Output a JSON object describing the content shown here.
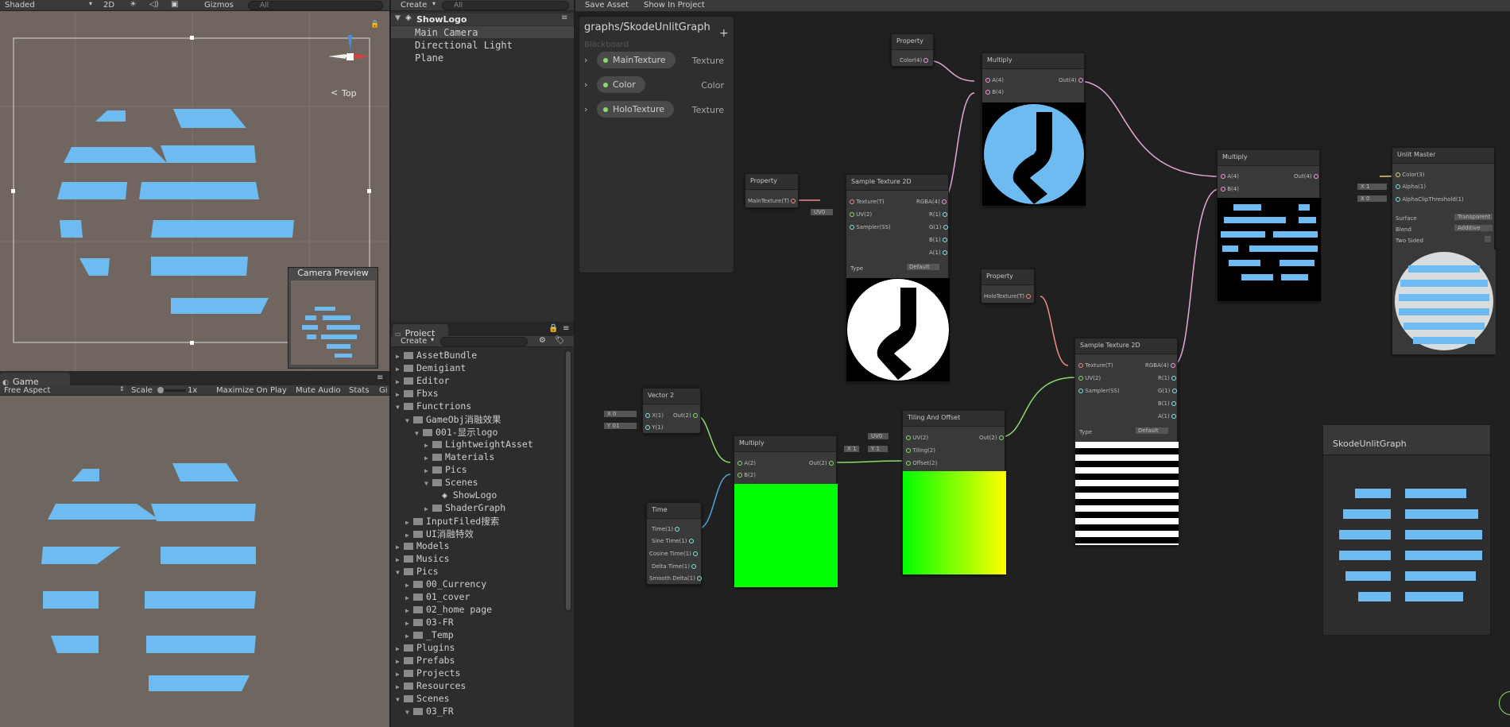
{
  "scene_toolbar": {
    "shading": "Shaded",
    "mode_2d": "2D",
    "gizmos": "Gizmos",
    "search_placeholder": "All"
  },
  "scene": {
    "gizmo_label": "Top",
    "camera_preview_title": "Camera Preview"
  },
  "game": {
    "tab": "Game",
    "aspect": "Free Aspect",
    "scale_label": "Scale",
    "scale_value": "1x",
    "buttons": [
      "Maximize On Play",
      "Mute Audio",
      "Stats",
      "Gi"
    ]
  },
  "hierarchy": {
    "create": "Create",
    "search_placeholder": "All",
    "scene_name": "ShowLogo",
    "items": [
      "Main Camera",
      "Directional Light",
      "Plane"
    ]
  },
  "project": {
    "tab": "Project",
    "create": "Create",
    "folders": [
      {
        "name": "AssetBundle",
        "depth": 0,
        "open": false
      },
      {
        "name": "Demigiant",
        "depth": 0,
        "open": false
      },
      {
        "name": "Editor",
        "depth": 0,
        "open": false
      },
      {
        "name": "Fbxs",
        "depth": 0,
        "open": false
      },
      {
        "name": "Functrions",
        "depth": 0,
        "open": true
      },
      {
        "name": "GameObj消融效果",
        "depth": 1,
        "open": true
      },
      {
        "name": "001-显示logo",
        "depth": 2,
        "open": true
      },
      {
        "name": "LightweightAsset",
        "depth": 3,
        "open": false
      },
      {
        "name": "Materials",
        "depth": 3,
        "open": false
      },
      {
        "name": "Pics",
        "depth": 3,
        "open": false
      },
      {
        "name": "Scenes",
        "depth": 3,
        "open": true
      },
      {
        "name": "ShowLogo",
        "depth": 4,
        "open": false,
        "scene": true
      },
      {
        "name": "ShaderGraph",
        "depth": 3,
        "open": false
      },
      {
        "name": "InputFiled搜索",
        "depth": 1,
        "open": false
      },
      {
        "name": "UI消融特效",
        "depth": 1,
        "open": false
      },
      {
        "name": "Models",
        "depth": 0,
        "open": false
      },
      {
        "name": "Musics",
        "depth": 0,
        "open": false
      },
      {
        "name": "Pics",
        "depth": 0,
        "open": true
      },
      {
        "name": "00_Currency",
        "depth": 1,
        "open": false
      },
      {
        "name": "01_cover",
        "depth": 1,
        "open": false
      },
      {
        "name": "02_home page",
        "depth": 1,
        "open": false
      },
      {
        "name": "03-FR",
        "depth": 1,
        "open": false
      },
      {
        "name": "_Temp",
        "depth": 1,
        "open": false
      },
      {
        "name": "Plugins",
        "depth": 0,
        "open": false
      },
      {
        "name": "Prefabs",
        "depth": 0,
        "open": false
      },
      {
        "name": "Projects",
        "depth": 0,
        "open": false
      },
      {
        "name": "Resources",
        "depth": 0,
        "open": false
      },
      {
        "name": "Scenes",
        "depth": 0,
        "open": true
      },
      {
        "name": "03_FR",
        "depth": 1,
        "open": true
      }
    ]
  },
  "graph_toolbar": {
    "save": "Save Asset",
    "show": "Show In Project"
  },
  "blackboard": {
    "title": "graphs/SkodeUnlitGraph",
    "subtitle": "Blackboard",
    "props": [
      {
        "name": "MainTexture",
        "type": "Texture"
      },
      {
        "name": "Color",
        "type": "Color"
      },
      {
        "name": "HoloTexture",
        "type": "Texture"
      }
    ]
  },
  "nodes": {
    "prop_color": {
      "title": "Property",
      "out": "Color(4)"
    },
    "multiply1": {
      "title": "Multiply",
      "a": "A(4)",
      "b": "B(4)",
      "out": "Out(4)"
    },
    "prop_main": {
      "title": "Property",
      "out": "MainTexture(T)"
    },
    "sample1": {
      "title": "Sample Texture 2D",
      "inputs": [
        "Texture(T)",
        "UV(2)",
        "Sampler(SS)"
      ],
      "outputs": [
        "RGBA(4)",
        "R(1)",
        "G(1)",
        "B(1)",
        "A(1)"
      ],
      "type_label": "Type",
      "type_value": "Default",
      "uv": "UV0"
    },
    "prop_holo": {
      "title": "Property",
      "out": "HoloTexture(T)"
    },
    "multiply2": {
      "title": "Multiply",
      "a": "A(4)",
      "b": "B(4)",
      "out": "Out(4)"
    },
    "master": {
      "title": "Unlit Master",
      "inputs": [
        "Color(3)",
        "Alpha(1)",
        "AlphaClipThreshold(1)"
      ],
      "alpha_x": "X 1",
      "clip_x": "X 0",
      "surface_label": "Surface",
      "surface_value": "Transparent",
      "blend_label": "Blend",
      "blend_value": "Additive",
      "two_sided": "Two Sided"
    },
    "vector2": {
      "title": "Vector 2",
      "x_in": "X(1)",
      "y_in": "Y(1)",
      "out": "Out(2)",
      "x_val": "X 0",
      "y_val": "Y 01"
    },
    "multiply3": {
      "title": "Multiply",
      "a": "A(2)",
      "b": "B(2)",
      "out": "Out(2)"
    },
    "tiling": {
      "title": "Tiling And Offset",
      "inputs": [
        "UV(2)",
        "Tiling(2)",
        "Offset(2)"
      ],
      "out": "Out(2)",
      "uv": "UV0",
      "tiling_x": "X 1",
      "tiling_y": "Y 1"
    },
    "sample2": {
      "title": "Sample Texture 2D",
      "inputs": [
        "Texture(T)",
        "UV(2)",
        "Sampler(SS)"
      ],
      "outputs": [
        "RGBA(4)",
        "R(1)",
        "G(1)",
        "B(1)",
        "A(1)"
      ],
      "type_label": "Type",
      "type_value": "Default"
    },
    "time": {
      "title": "Time",
      "outputs": [
        "Time(1)",
        "Sine Time(1)",
        "Cosine Time(1)",
        "Delta Time(1)",
        "Smooth Delta(1)"
      ]
    }
  },
  "main_preview": {
    "title": "SkodeUnlitGraph"
  },
  "colors": {
    "stripe": "#6ebbf2",
    "scene_bg": "#71665f",
    "green": "#00ff00"
  }
}
